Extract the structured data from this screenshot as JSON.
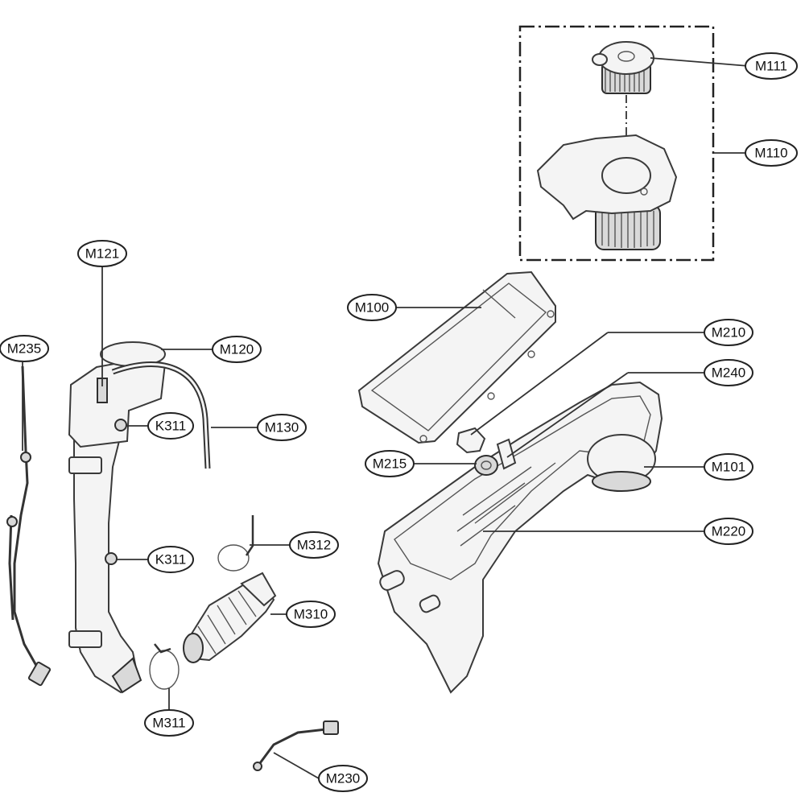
{
  "labels": [
    {
      "id": "M111",
      "text": "M111"
    },
    {
      "id": "M110",
      "text": "M110"
    },
    {
      "id": "M121",
      "text": "M121"
    },
    {
      "id": "M100",
      "text": "M100"
    },
    {
      "id": "M210",
      "text": "M210"
    },
    {
      "id": "M235",
      "text": "M235"
    },
    {
      "id": "M120",
      "text": "M120"
    },
    {
      "id": "M240",
      "text": "M240"
    },
    {
      "id": "K311a",
      "text": "K311"
    },
    {
      "id": "M130",
      "text": "M130"
    },
    {
      "id": "M215",
      "text": "M215"
    },
    {
      "id": "M101",
      "text": "M101"
    },
    {
      "id": "M220",
      "text": "M220"
    },
    {
      "id": "M312",
      "text": "M312"
    },
    {
      "id": "K311b",
      "text": "K311"
    },
    {
      "id": "M310",
      "text": "M310"
    },
    {
      "id": "M311",
      "text": "M311"
    },
    {
      "id": "M230",
      "text": "M230"
    }
  ]
}
